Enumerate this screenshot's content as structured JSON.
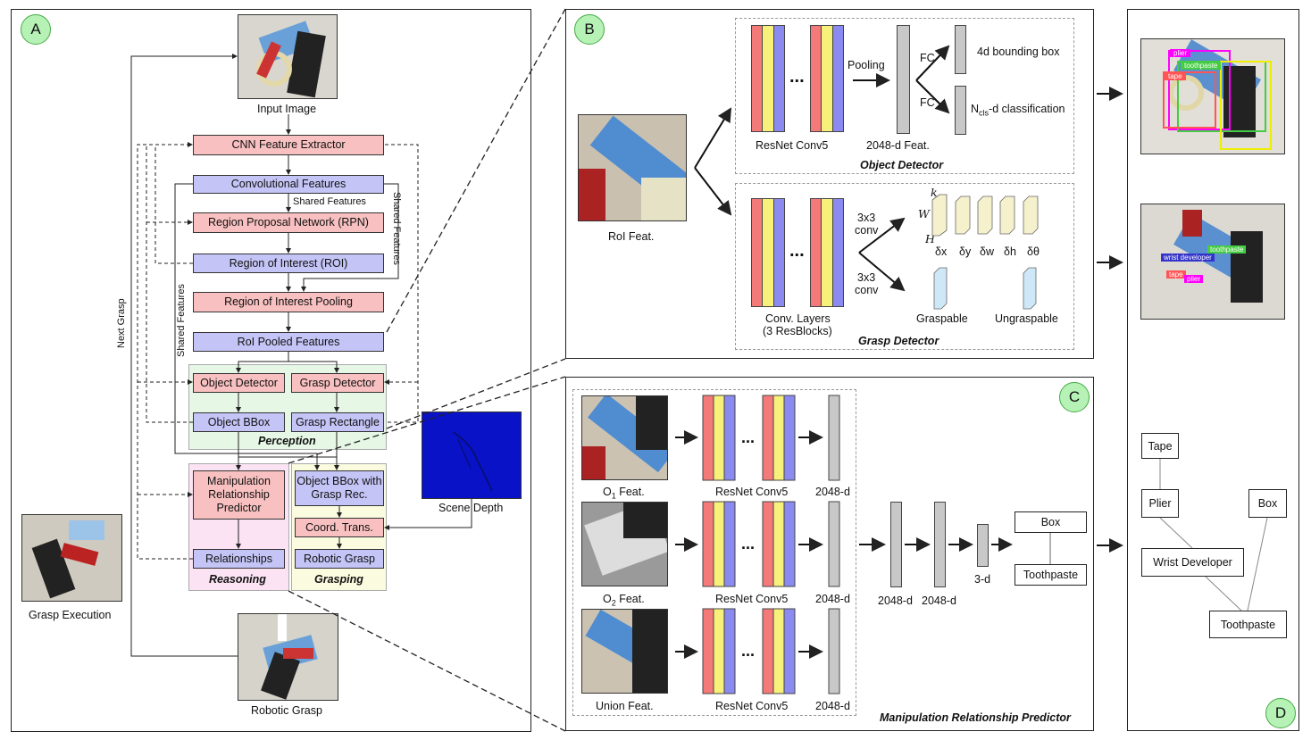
{
  "panels": {
    "a": "A",
    "b": "B",
    "c": "C",
    "d": "D"
  },
  "panel_a": {
    "input_image": "Input Image",
    "cnn": "CNN Feature Extractor",
    "conv_features": "Convolutional Features",
    "shared_features": "Shared Features",
    "rpn": "Region Proposal Network (RPN)",
    "roi": "Region of Interest (ROI)",
    "roi_pooling": "Region of Interest Pooling",
    "roi_pooled": "RoI Pooled Features",
    "object_detector": "Object Detector",
    "grasp_detector": "Grasp Detector",
    "object_bbox": "Object BBox",
    "grasp_rectangle": "Grasp Rectangle",
    "perception": "Perception",
    "mrp": "Manipulation Relationship Predictor",
    "relationships": "Relationships",
    "reasoning": "Reasoning",
    "obj_bbox_grasp": "Object BBox with Grasp Rec.",
    "coord_trans": "Coord. Trans.",
    "robotic_grasp_box": "Robotic Grasp",
    "grasping": "Grasping",
    "scene_depth": "Scene Depth",
    "next_grasp": "Next Grasp",
    "grasp_execution": "Grasp Execution",
    "robotic_grasp": "Robotic Grasp",
    "shared_features_right": "Shared Features",
    "shared_features_left": "Shared Features"
  },
  "panel_b": {
    "roi_feat": "RoI Feat.",
    "resnet_conv5": "ResNet Conv5",
    "pooling": "Pooling",
    "feat_2048": "2048-d Feat.",
    "fc1": "FC",
    "fc2": "FC",
    "bbox4d": "4d bounding box",
    "cls_n": "N",
    "cls_sub": "cls",
    "cls_rest": "-d classification",
    "object_detector": "Object Detector",
    "conv_layers": "Conv. Layers",
    "resblocks": "(3 ResBlocks)",
    "conv3x3_a": "3x3",
    "conv_a": "conv",
    "conv3x3_b": "3x3",
    "conv_b": "conv",
    "k": "k",
    "w": "W",
    "h": "H",
    "deltas": [
      "δx",
      "δy",
      "δw",
      "δh",
      "δθ"
    ],
    "graspable": "Graspable",
    "ungraspable": "Ungraspable",
    "grasp_detector": "Grasp Detector",
    "dots1": "...",
    "dots2": "..."
  },
  "panel_c": {
    "o1": "O",
    "o1_sub": "1",
    "o1_rest": " Feat.",
    "o2": "O",
    "o2_sub": "2",
    "o2_rest": " Feat.",
    "union": "Union Feat.",
    "resnet1": "ResNet Conv5",
    "resnet2": "ResNet Conv5",
    "resnet3": "ResNet Conv5",
    "d1": "2048-d",
    "d2": "2048-d",
    "d3": "2048-d",
    "d4": "2048-d",
    "d5": "2048-d",
    "d3d": "3-d",
    "box": "Box",
    "toothpaste": "Toothpaste",
    "title": "Manipulation Relationship Predictor",
    "dots": "..."
  },
  "panel_d": {
    "labels_top": [
      "plier",
      "toothpaste",
      "tape"
    ],
    "labels_bottom": [
      "toothpaste",
      "wrist developer",
      "tape",
      "plier"
    ],
    "tree": {
      "tape": "Tape",
      "plier": "Plier",
      "box": "Box",
      "wrist": "Wrist Developer",
      "toothpaste": "Toothpaste"
    }
  },
  "colors": {
    "pink": "#f8c0c0",
    "blue": "#c4c4f6",
    "perception_bg": "#e6f7e6",
    "reasoning_bg": "#fbe3f3",
    "grasping_bg": "#fbfbe0",
    "circle": "#b6f2b6",
    "stripe_red": "#f47a7a",
    "stripe_yellow": "#f7f07a",
    "stripe_blue": "#8a8af0"
  }
}
